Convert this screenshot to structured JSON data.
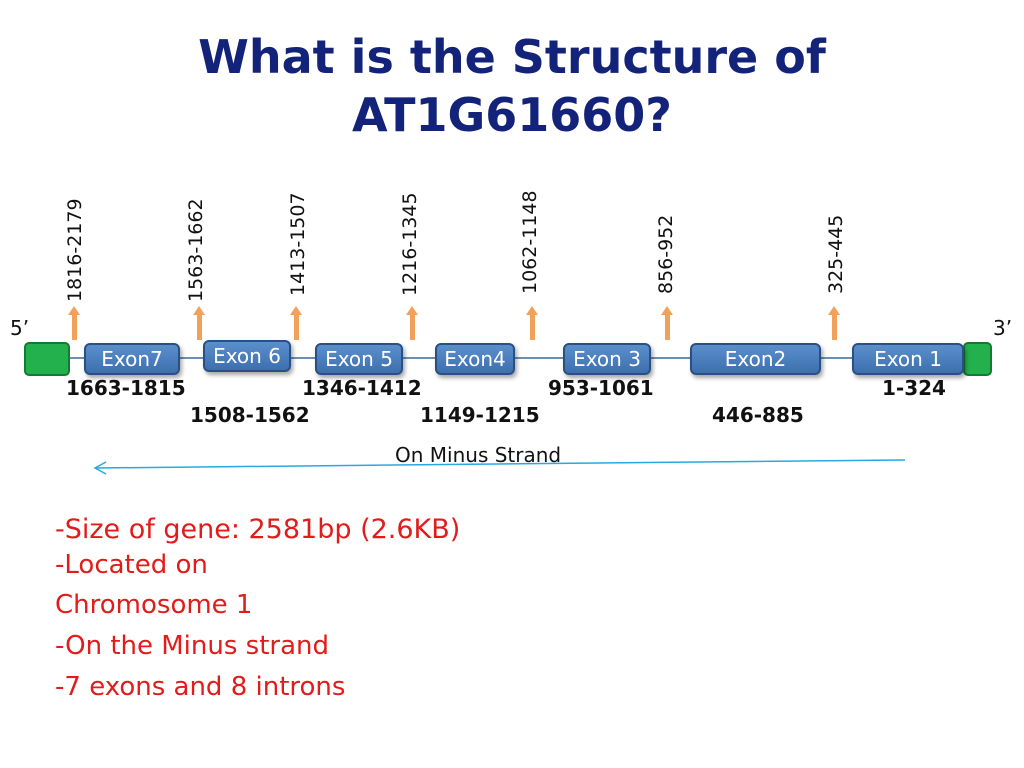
{
  "title": {
    "line1": "What is the Structure of",
    "line2": "AT1G61660?"
  },
  "strand_ends": {
    "five_prime": "5’",
    "three_prime": "3’"
  },
  "intron_labels": [
    "1816-2179",
    "1563-1662",
    "1413-1507",
    "1216-1345",
    "1062-1148",
    "856-952",
    "325-445"
  ],
  "exons": [
    "Exon7",
    "Exon 6",
    "Exon 5",
    "Exon4",
    "Exon 3",
    "Exon2",
    "Exon 1"
  ],
  "exon_coords": [
    "1663-1815",
    "1508-1562",
    "1346-1412",
    "1149-1215",
    "953-1061",
    "446-885",
    "1-324"
  ],
  "strand_label": "On Minus Strand",
  "facts": {
    "size": "-Size of gene:  2581bp (2.6KB)",
    "located": "-Located on",
    "chromosome": "Chromosome 1",
    "strand": "-On the Minus strand",
    "exons_introns": "-7 exons and 8 introns"
  },
  "colors": {
    "title": "#13237a",
    "exon": "#4a7fbf",
    "utr": "#22b14c",
    "arrow": "#f2a15a",
    "strand_arrow": "#29a8e0",
    "facts": "#e21b1b"
  }
}
